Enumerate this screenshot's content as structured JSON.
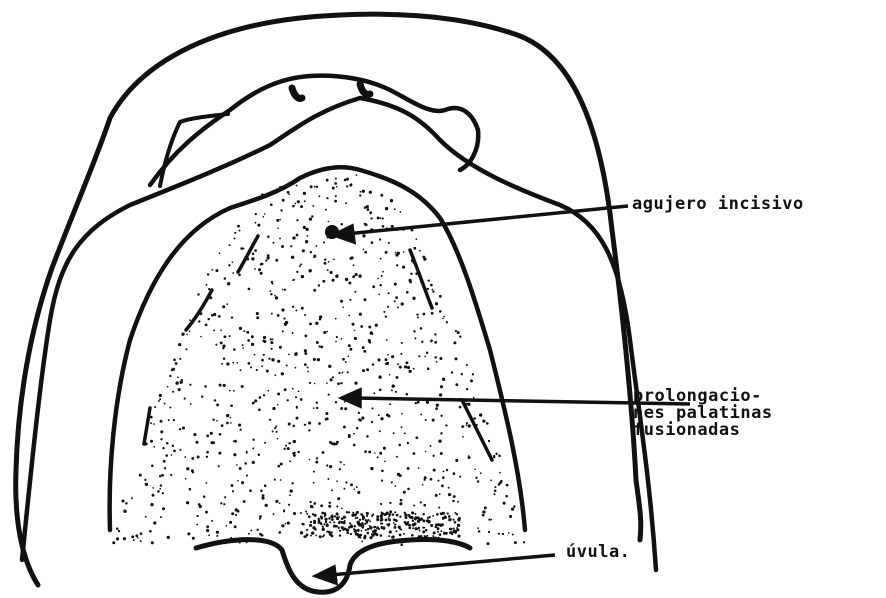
{
  "diagram": {
    "colors": {
      "ink": "#111111",
      "background": "#ffffff"
    },
    "labels": {
      "agujero_incisivo": "agujero incisivo",
      "prolongaciones_palatinas": {
        "line1": "prolongacio-",
        "line2": "nes palatinas",
        "line3": "fusionadas"
      },
      "uvula": "úvula."
    }
  }
}
